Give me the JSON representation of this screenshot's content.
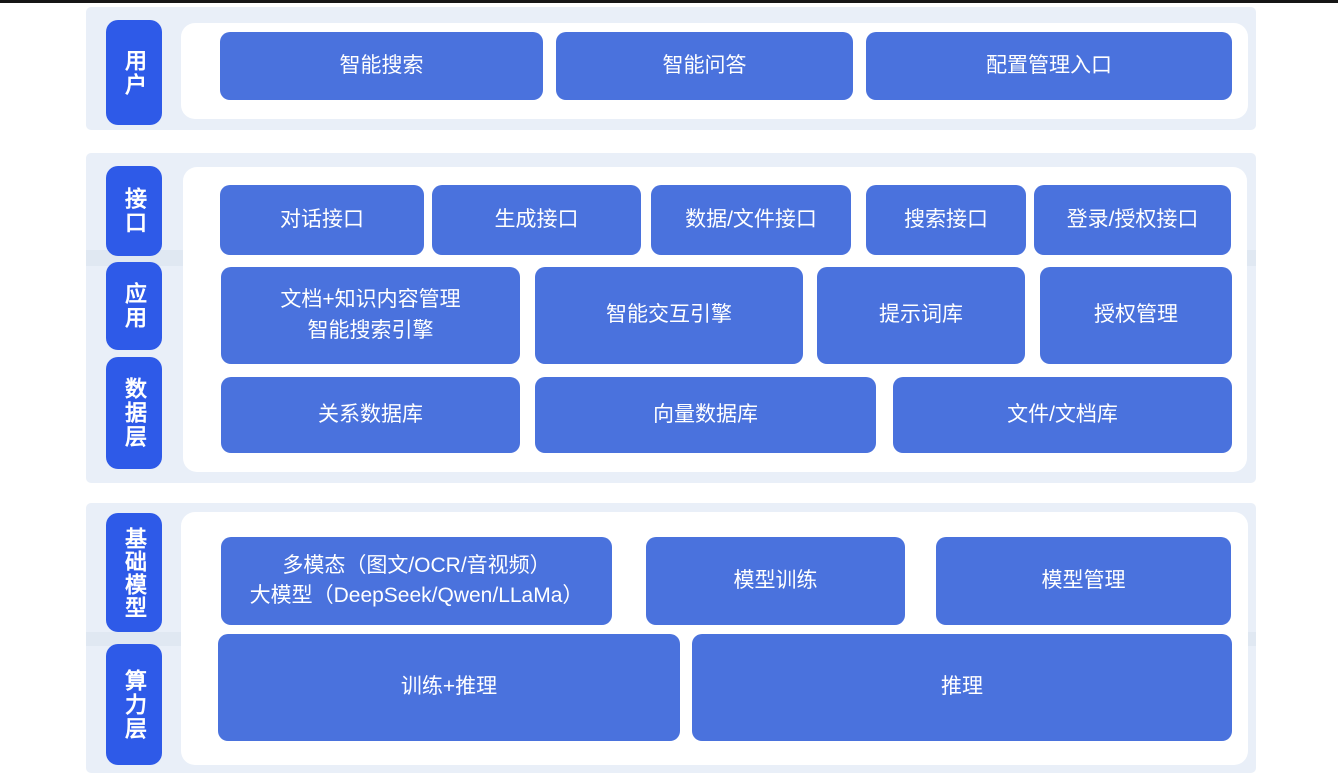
{
  "colors": {
    "band_background": "#E9EFF8",
    "layer_label_blue": "#2E5AE8",
    "box_blue": "#4A72DD",
    "box_text": "#FFFFFF",
    "stripe": "#E0E8F2",
    "bottom_rule": "#161616"
  },
  "layers": {
    "user": {
      "label": "用户",
      "buttons": [
        {
          "label": "智能搜索"
        },
        {
          "label": "智能问答"
        },
        {
          "label": "配置管理入口"
        }
      ]
    },
    "middle": {
      "labels": [
        {
          "label": "接口"
        },
        {
          "label": "应用"
        },
        {
          "label": "数据层"
        }
      ],
      "rows": [
        {
          "buttons": [
            {
              "label": "对话接口"
            },
            {
              "label": "生成接口"
            },
            {
              "label": "数据/文件接口"
            },
            {
              "label": "搜索接口"
            },
            {
              "label": "登录/授权接口"
            }
          ]
        },
        {
          "buttons": [
            {
              "label": "文档+知识内容管理\n智能搜索引擎"
            },
            {
              "label": "智能交互引擎"
            },
            {
              "label": "提示词库"
            },
            {
              "label": "授权管理"
            }
          ]
        },
        {
          "buttons": [
            {
              "label": "关系数据库"
            },
            {
              "label": "向量数据库"
            },
            {
              "label": "文件/文档库"
            }
          ]
        }
      ]
    },
    "bottom": {
      "labels": [
        {
          "label": "基础模型"
        },
        {
          "label": "算力层"
        }
      ],
      "rows": [
        {
          "buttons": [
            {
              "label": "多模态（图文/OCR/音视频）\n大模型（DeepSeek/Qwen/LLaMa）"
            },
            {
              "label": "模型训练"
            },
            {
              "label": "模型管理"
            }
          ]
        },
        {
          "buttons": [
            {
              "label": "训练+推理"
            },
            {
              "label": "推理"
            }
          ]
        }
      ]
    }
  }
}
